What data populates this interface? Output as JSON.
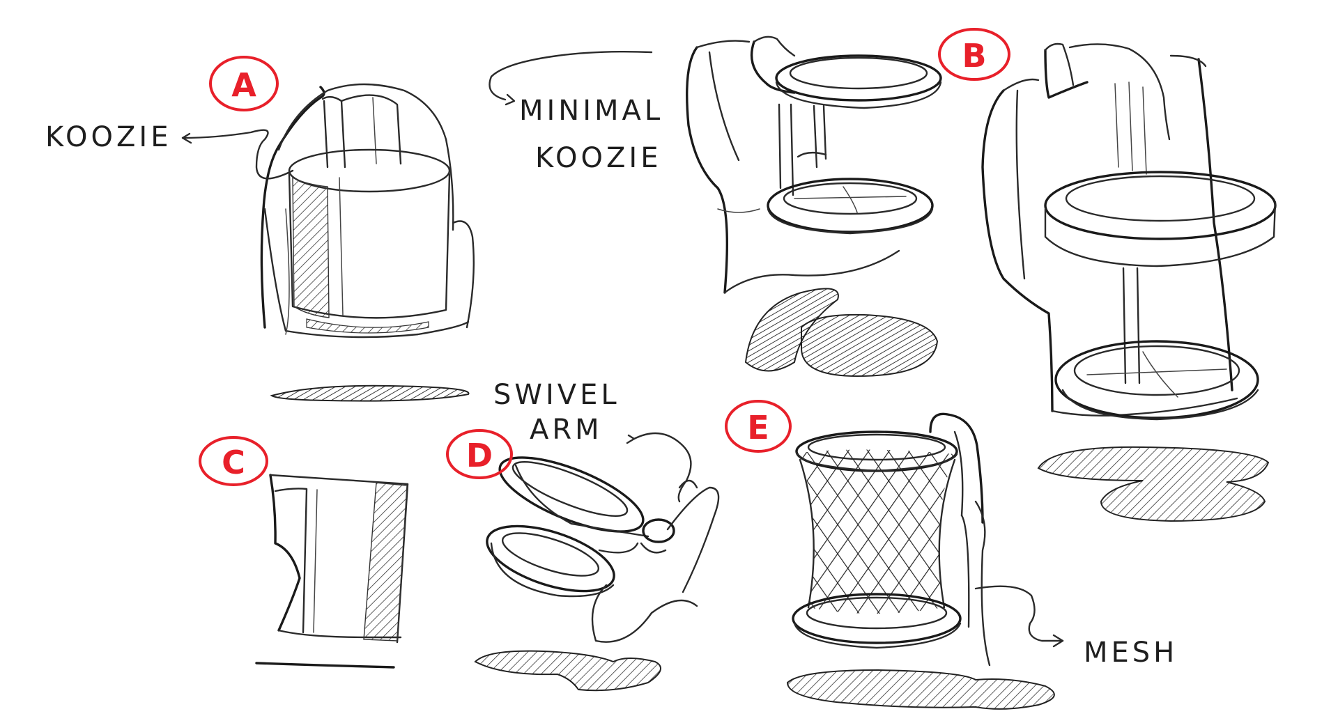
{
  "colors": {
    "ink": "#2a2a2a",
    "marker": "#e8202a",
    "paper": "#ffffff"
  },
  "markers": [
    {
      "id": "a",
      "label": "A"
    },
    {
      "id": "b",
      "label": "B"
    },
    {
      "id": "c",
      "label": "C"
    },
    {
      "id": "d",
      "label": "D"
    },
    {
      "id": "e",
      "label": "E"
    }
  ],
  "annotations": {
    "koozie": "KOOZIE",
    "minimal_1": "MINIMAL",
    "minimal_2": "KOOZIE",
    "swivel_1": "SWIVEL",
    "swivel_2": "ARM",
    "mesh": "MESH"
  }
}
